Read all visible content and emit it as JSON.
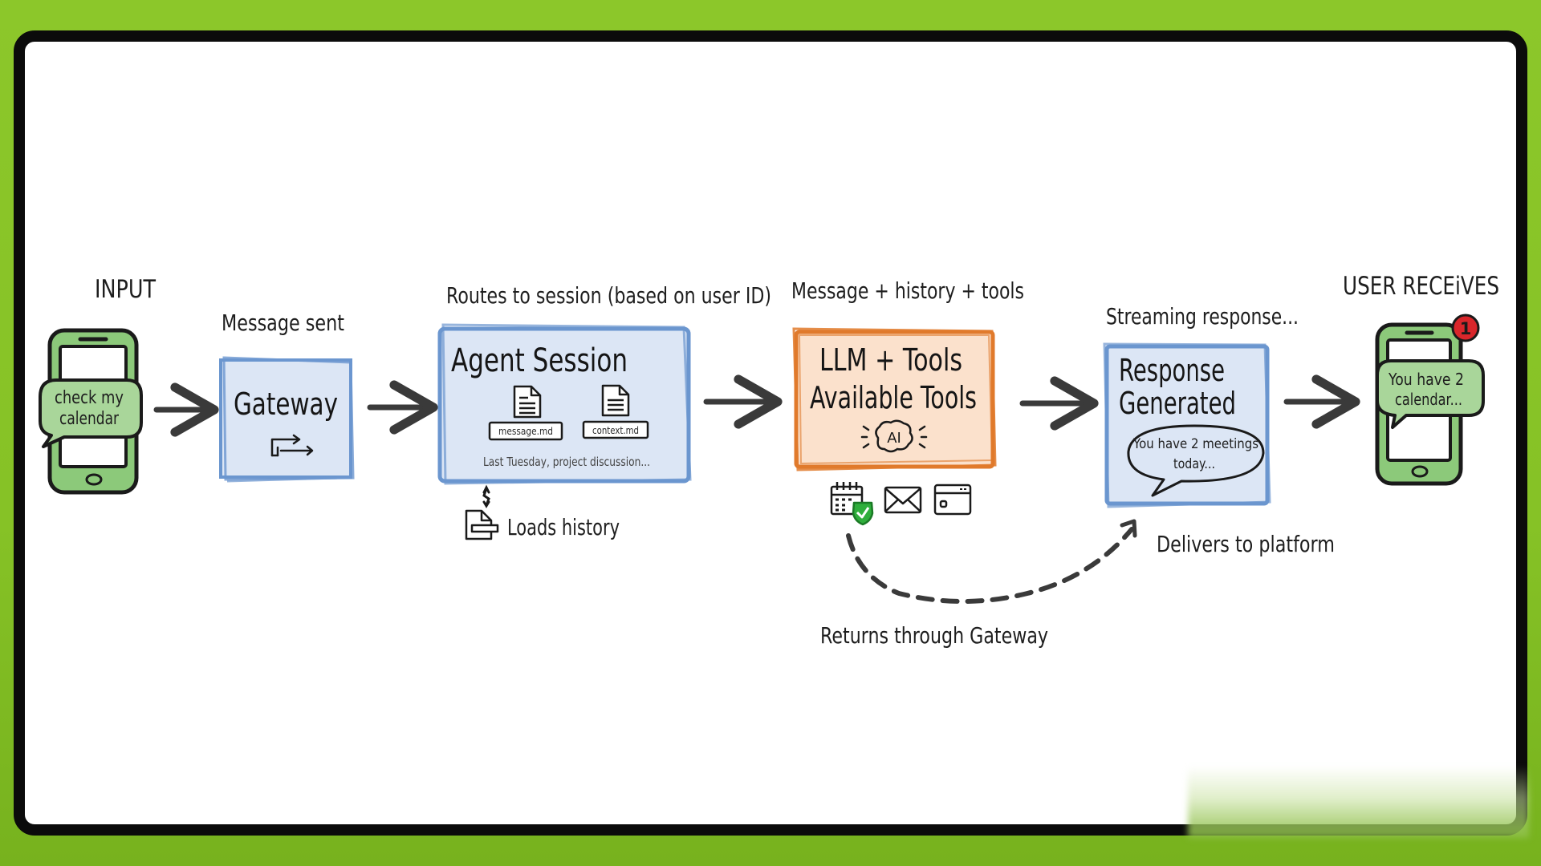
{
  "colors": {
    "background_green": "#8cc72a",
    "frame_black": "#0b0b0b",
    "canvas_white": "#ffffff",
    "blue_stroke": "#6b96cf",
    "blue_fill": "#dce6f5",
    "orange_stroke": "#e07a2c",
    "orange_fill": "#fbe1cc",
    "phone_green": "#8cc97a",
    "bubble_green": "#a9d69a",
    "notification_red": "#d9262b",
    "check_green": "#2fae3c",
    "ink": "#1e1e1e",
    "arrow_gray": "#3a3a3a"
  },
  "stages": {
    "input": {
      "label": "INPUT",
      "phone_message": [
        "check my",
        "calendar"
      ]
    },
    "gateway": {
      "caption": "Message sent",
      "title": "Gateway",
      "icon": "routing-icon"
    },
    "agent_session": {
      "caption": "Routes to session (based on user ID)",
      "title": "Agent Session",
      "files": [
        {
          "name": "message.md",
          "icon": "document-icon"
        },
        {
          "name": "context.md",
          "icon": "document-icon"
        }
      ],
      "history_note": "Last Tuesday, project discussion...",
      "loads_history_label": "Loads history"
    },
    "llm": {
      "caption": "Message + history + tools",
      "title_line1": "LLM + Tools",
      "title_line2": "Available Tools",
      "brain_label": "AI",
      "tools": [
        {
          "name": "calendar",
          "icon": "calendar-check-icon"
        },
        {
          "name": "email",
          "icon": "envelope-icon"
        },
        {
          "name": "browser",
          "icon": "browser-window-icon"
        }
      ]
    },
    "response": {
      "caption": "Streaming response...",
      "title_line1": "Response",
      "title_line2": "Generated",
      "bubble_line1": "You have 2 meetings",
      "bubble_line2": "today...",
      "delivers_label": "Delivers to platform",
      "returns_label": "Returns through Gateway"
    },
    "output": {
      "label": "USER RECEiVES",
      "notification_count": "1",
      "phone_message": [
        "You have 2",
        "calendar..."
      ]
    }
  }
}
